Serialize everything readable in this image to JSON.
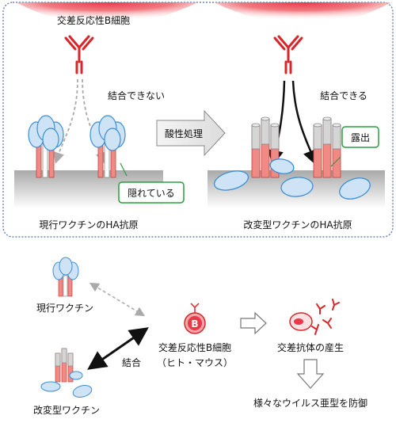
{
  "top_panel": {
    "cell_label": "交差反応性B細胞",
    "left_caption": "結合できない",
    "right_caption": "結合できる",
    "process_label": "酸性処理",
    "hidden_label": "隠れている",
    "exposed_label": "露出",
    "left_title": "現行ワクチンのHA抗原",
    "right_title": "改変型ワクチンのHA抗原"
  },
  "bottom_panel": {
    "current_vaccine": "現行ワクチン",
    "modified_vaccine": "改変型ワクチン",
    "binding": "結合",
    "b_cell_line1": "交差反応性B細胞",
    "b_cell_line2": "（ヒト・マウス）",
    "b_cell_letter": "B",
    "antibody_production": "交差抗体の産生",
    "protection": "様々なウイルス亜型を防御"
  },
  "colors": {
    "membrane_red": "#e8394a",
    "antibody_red": "#d9262b",
    "head_fill": "#cfe3f6",
    "head_stroke": "#3b8fd8",
    "stalk_pink": "#f08a85",
    "gray_stalk": "#b9b9b9",
    "callout_green": "#2a9d3f",
    "panel_border": "#4a6fa5"
  }
}
